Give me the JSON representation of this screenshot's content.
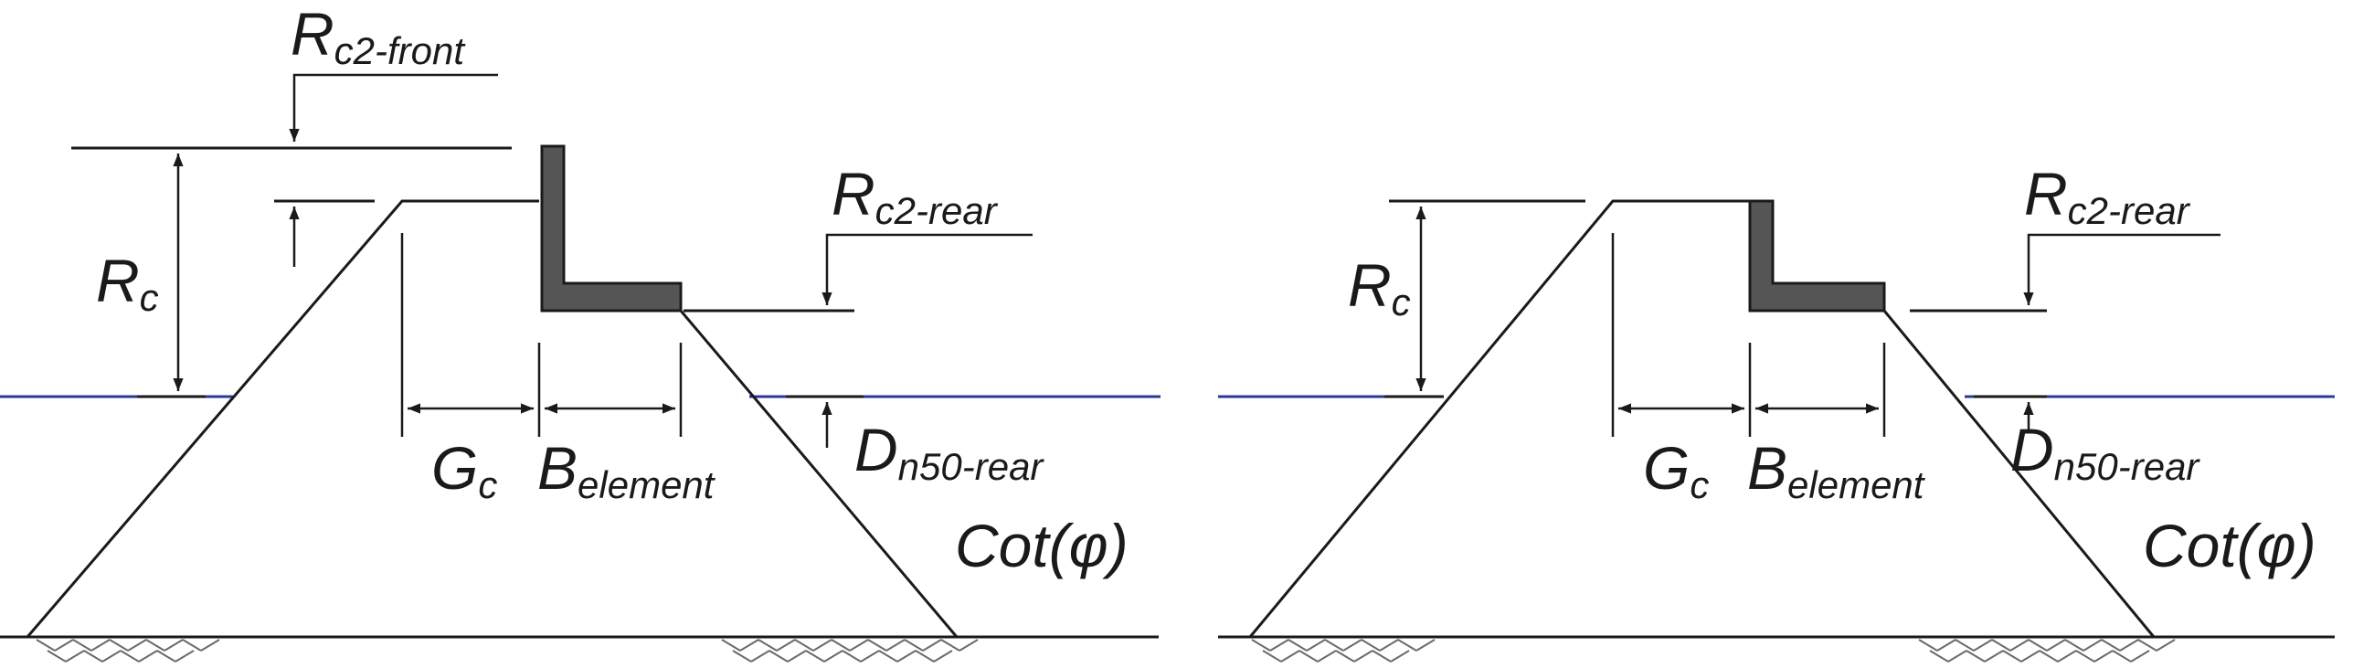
{
  "labels": {
    "rc2_front": {
      "main": "R",
      "sub": "c2-front"
    },
    "rc2_rear": {
      "main": "R",
      "sub": "c2-rear"
    },
    "rc": {
      "main": "R",
      "sub": "c"
    },
    "gc": {
      "main": "G",
      "sub": "c"
    },
    "belement": {
      "main": "B",
      "sub": "element"
    },
    "dn50_rear": {
      "main": "D",
      "sub": "n50-rear"
    },
    "cot_phi": "Cot(φ)"
  },
  "colors": {
    "line": "#1a1a1a",
    "water": "#2b3a9a",
    "element": "#555555"
  }
}
